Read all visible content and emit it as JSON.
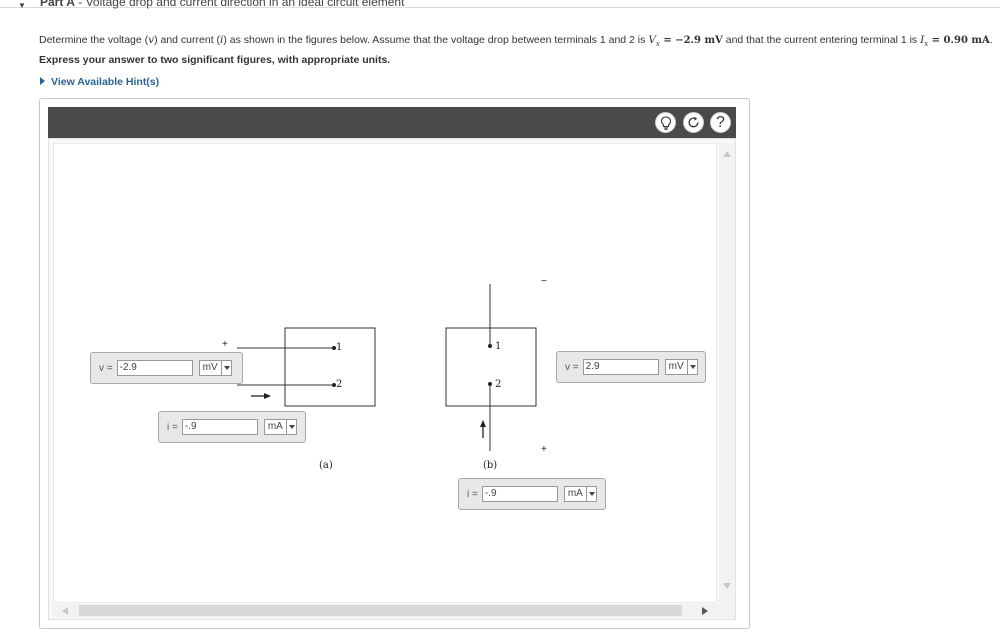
{
  "part": {
    "label": "Part A",
    "title": "Voltage drop and current direction in an ideal circuit element"
  },
  "question": {
    "text_a": "Determine the voltage (",
    "var_v": "v",
    "text_b": ") and current (",
    "var_i": "i",
    "text_c": ") as shown in the figures below. Assume that the voltage drop between terminals 1 and 2 is ",
    "Vx": "V",
    "Vx_sub": "x",
    "Vx_val": " = −2.9 ",
    "Vx_unit": "mV",
    "text_d": " and that the current entering terminal 1 is ",
    "Ix": "I",
    "Ix_sub": "x",
    "Ix_val": " = 0.90 ",
    "Ix_unit": "mA",
    "text_e": ".",
    "instruction": "Express your answer to two significant figures, with appropriate units."
  },
  "hint_link": "View Available Hint(s)",
  "toolbar": {
    "hint_icon": "lightbulb-icon",
    "reset_icon": "reset-icon",
    "help_label": "?"
  },
  "colors": {
    "toolbar_bg": "#4a4a4a",
    "link": "#2a6496",
    "answer_bg": "#e8e8e8"
  },
  "figure_a": {
    "caption": "(a)",
    "terminal_1": "1",
    "terminal_2": "2",
    "plus": "+",
    "minus": "−",
    "v_label": "v =",
    "v_value": "-2.9",
    "v_unit": "mV",
    "i_label": "i =",
    "i_value": "-.9",
    "i_unit": "mA"
  },
  "figure_b": {
    "caption": "(b)",
    "terminal_1": "1",
    "terminal_2": "2",
    "plus": "+",
    "minus": "−",
    "v_label": "v =",
    "v_value": "2.9",
    "v_unit": "mV",
    "i_label": "i =",
    "i_value": "-.9",
    "i_unit": "mA"
  }
}
